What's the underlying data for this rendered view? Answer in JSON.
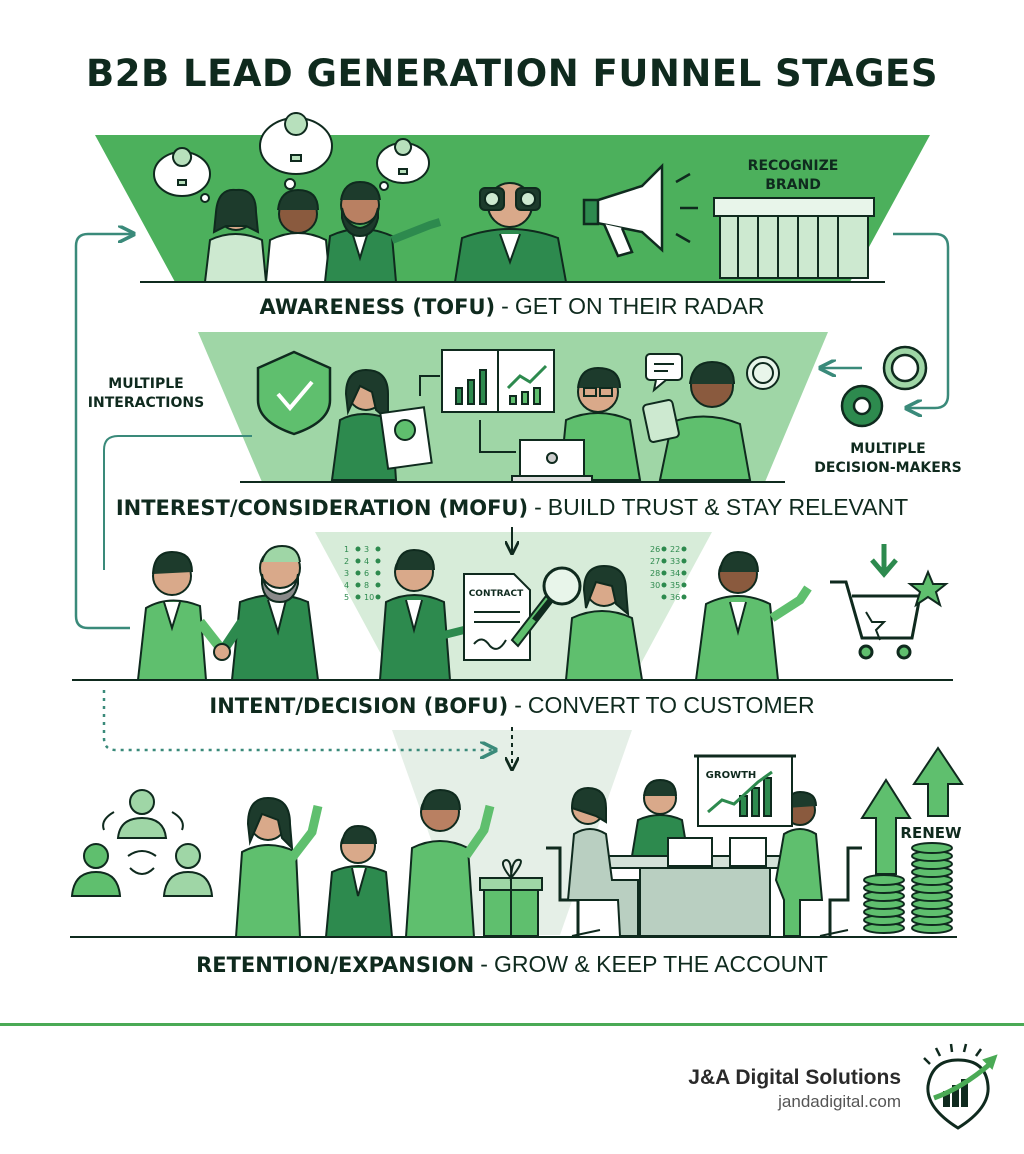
{
  "title": "B2B LEAD GENERATION FUNNEL STAGES",
  "stages": [
    {
      "name": "AWARENESS (TOFU)",
      "tagline": "GET ON THEIR RADAR"
    },
    {
      "name": "INTEREST/CONSIDERATION (MOFU)",
      "tagline": "BUILD TRUST & STAY RELEVANT"
    },
    {
      "name": "INTENT/DECISION (BOFU)",
      "tagline": "CONVERT TO CUSTOMER"
    },
    {
      "name": "RETENTION/EXPANSION",
      "tagline": "GROW & KEEP THE ACCOUNT"
    }
  ],
  "separator": "-",
  "side_labels": {
    "recognize_brand": "RECOGNIZE\nBRAND",
    "multiple_interactions": "MULTIPLE\nINTERACTIONS",
    "multiple_decision_makers": "MULTIPLE\nDECISION-MAKERS",
    "renew": "RENEW",
    "contract": "CONTRACT",
    "growth": "GROWTH"
  },
  "number_grid_left": [
    "1",
    "3",
    "2",
    "4",
    "3",
    "6",
    "4",
    "8",
    "5",
    "10"
  ],
  "number_grid_right": [
    "26",
    "22",
    "27",
    "33",
    "28",
    "34",
    "30",
    "35",
    "",
    "36"
  ],
  "brand": {
    "name": "J&A Digital Solutions",
    "url": "jandadigital.com"
  },
  "colors": {
    "dark": "#0f2a1e",
    "green": "#3fa354",
    "green_mid": "#5fbf6e",
    "funnel_top": "#4cb05c",
    "funnel_mid": "#9fd6a6",
    "funnel_low": "#d7ecd9",
    "funnel_bottom": "#e5efe7",
    "suit": "#2d8a4e",
    "arrow": "#3a8a7a"
  }
}
